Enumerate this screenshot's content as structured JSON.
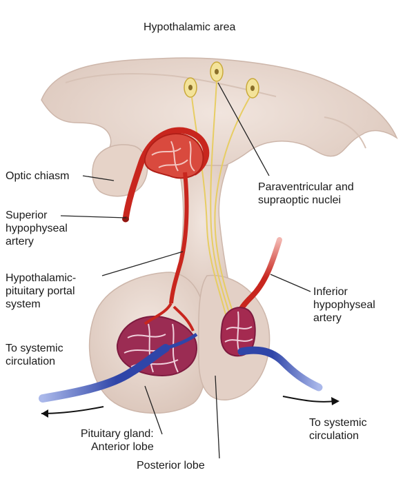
{
  "colors": {
    "tissue": "#e8d8cf",
    "tissue_shade": "#cdb6aa",
    "artery": "#c8261e",
    "vein": "#2f45a8",
    "neuron": "#efd97a",
    "leader": "#222222"
  },
  "labels": {
    "hypothalamic_area": "Hypothalamic area",
    "optic_chiasm": "Optic chiasm",
    "superior_artery": [
      "Superior",
      "hypophyseal",
      "artery"
    ],
    "portal_system": [
      "Hypothalamic-",
      "pituitary portal",
      "system"
    ],
    "to_systemic_left": [
      "To systemic",
      "circulation"
    ],
    "pituitary_anterior": [
      "Pituitary gland:",
      "Anterior lobe"
    ],
    "posterior_lobe": "Posterior lobe",
    "nuclei": [
      "Paraventricular and",
      "supraoptic nuclei"
    ],
    "inferior_artery": [
      "Inferior",
      "hypophyseal",
      "artery"
    ],
    "to_systemic_right": [
      "To systemic",
      "circulation"
    ]
  }
}
